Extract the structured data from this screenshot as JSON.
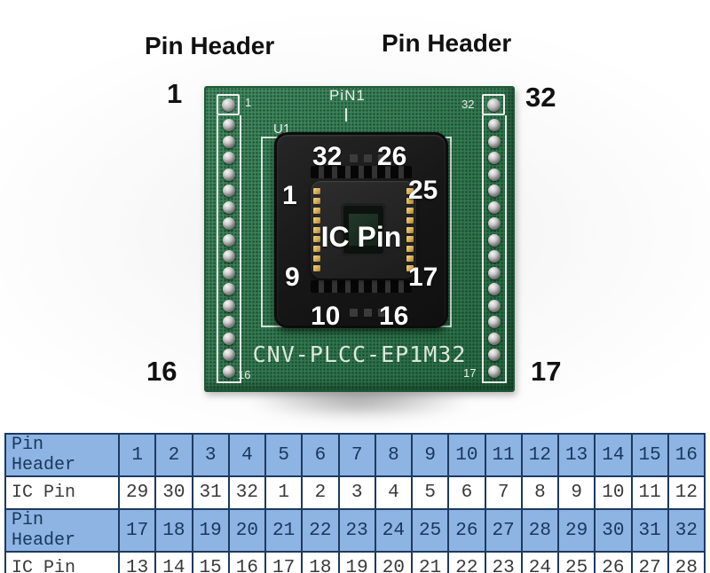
{
  "colors": {
    "pcb-green": "#2e7d4f",
    "pcb-dark": "#1c5a36",
    "socket-black": "#1b1b1b",
    "gold-contact": "#d2a94f",
    "table-header-blue": "#8db4e2",
    "table-border-navy": "#1c3a61",
    "table-header-text": "#17375e",
    "table-body-text": "#3a3a3a",
    "annotation-black": "#111111",
    "silkscreen-white": "#e9efe9"
  },
  "photo": {
    "annotations": {
      "pin_header_left": "Pin Header",
      "pin_header_right": "Pin Header",
      "top_left_number": "1",
      "top_right_number": "32",
      "bottom_left_number": "16",
      "bottom_right_number": "17"
    },
    "board": {
      "silkscreen": {
        "pin1_label": "PiN1",
        "ref_designator": "U1",
        "part_number": "CNV-PLCC-EP1M32",
        "header_pad_1": "1",
        "header_pad_16": "16",
        "header_pad_32": "32",
        "header_pad_17": "17"
      },
      "pin_columns": {
        "pins_per_column": 16
      },
      "socket": {
        "center_label": "IC Pin",
        "labels": {
          "top_left": "32",
          "top_right": "26",
          "upper_left": "1",
          "upper_right": "25",
          "lower_left": "9",
          "lower_right": "17",
          "bottom_left": "10",
          "bottom_right": "16"
        },
        "gold_contacts_per_side": 9
      }
    }
  },
  "table": {
    "rows": [
      {
        "type": "header",
        "label": "Pin Header",
        "values": [
          1,
          2,
          3,
          4,
          5,
          6,
          7,
          8,
          9,
          10,
          11,
          12,
          13,
          14,
          15,
          16
        ]
      },
      {
        "type": "body",
        "label": "IC Pin",
        "values": [
          29,
          30,
          31,
          32,
          1,
          2,
          3,
          4,
          5,
          6,
          7,
          8,
          9,
          10,
          11,
          12
        ]
      },
      {
        "type": "header",
        "label": "Pin Header",
        "values": [
          17,
          18,
          19,
          20,
          21,
          22,
          23,
          24,
          25,
          26,
          27,
          28,
          29,
          30,
          31,
          32
        ]
      },
      {
        "type": "body",
        "label": "IC Pin",
        "values": [
          13,
          14,
          15,
          16,
          17,
          18,
          19,
          20,
          21,
          22,
          23,
          24,
          25,
          26,
          27,
          28
        ]
      }
    ]
  }
}
